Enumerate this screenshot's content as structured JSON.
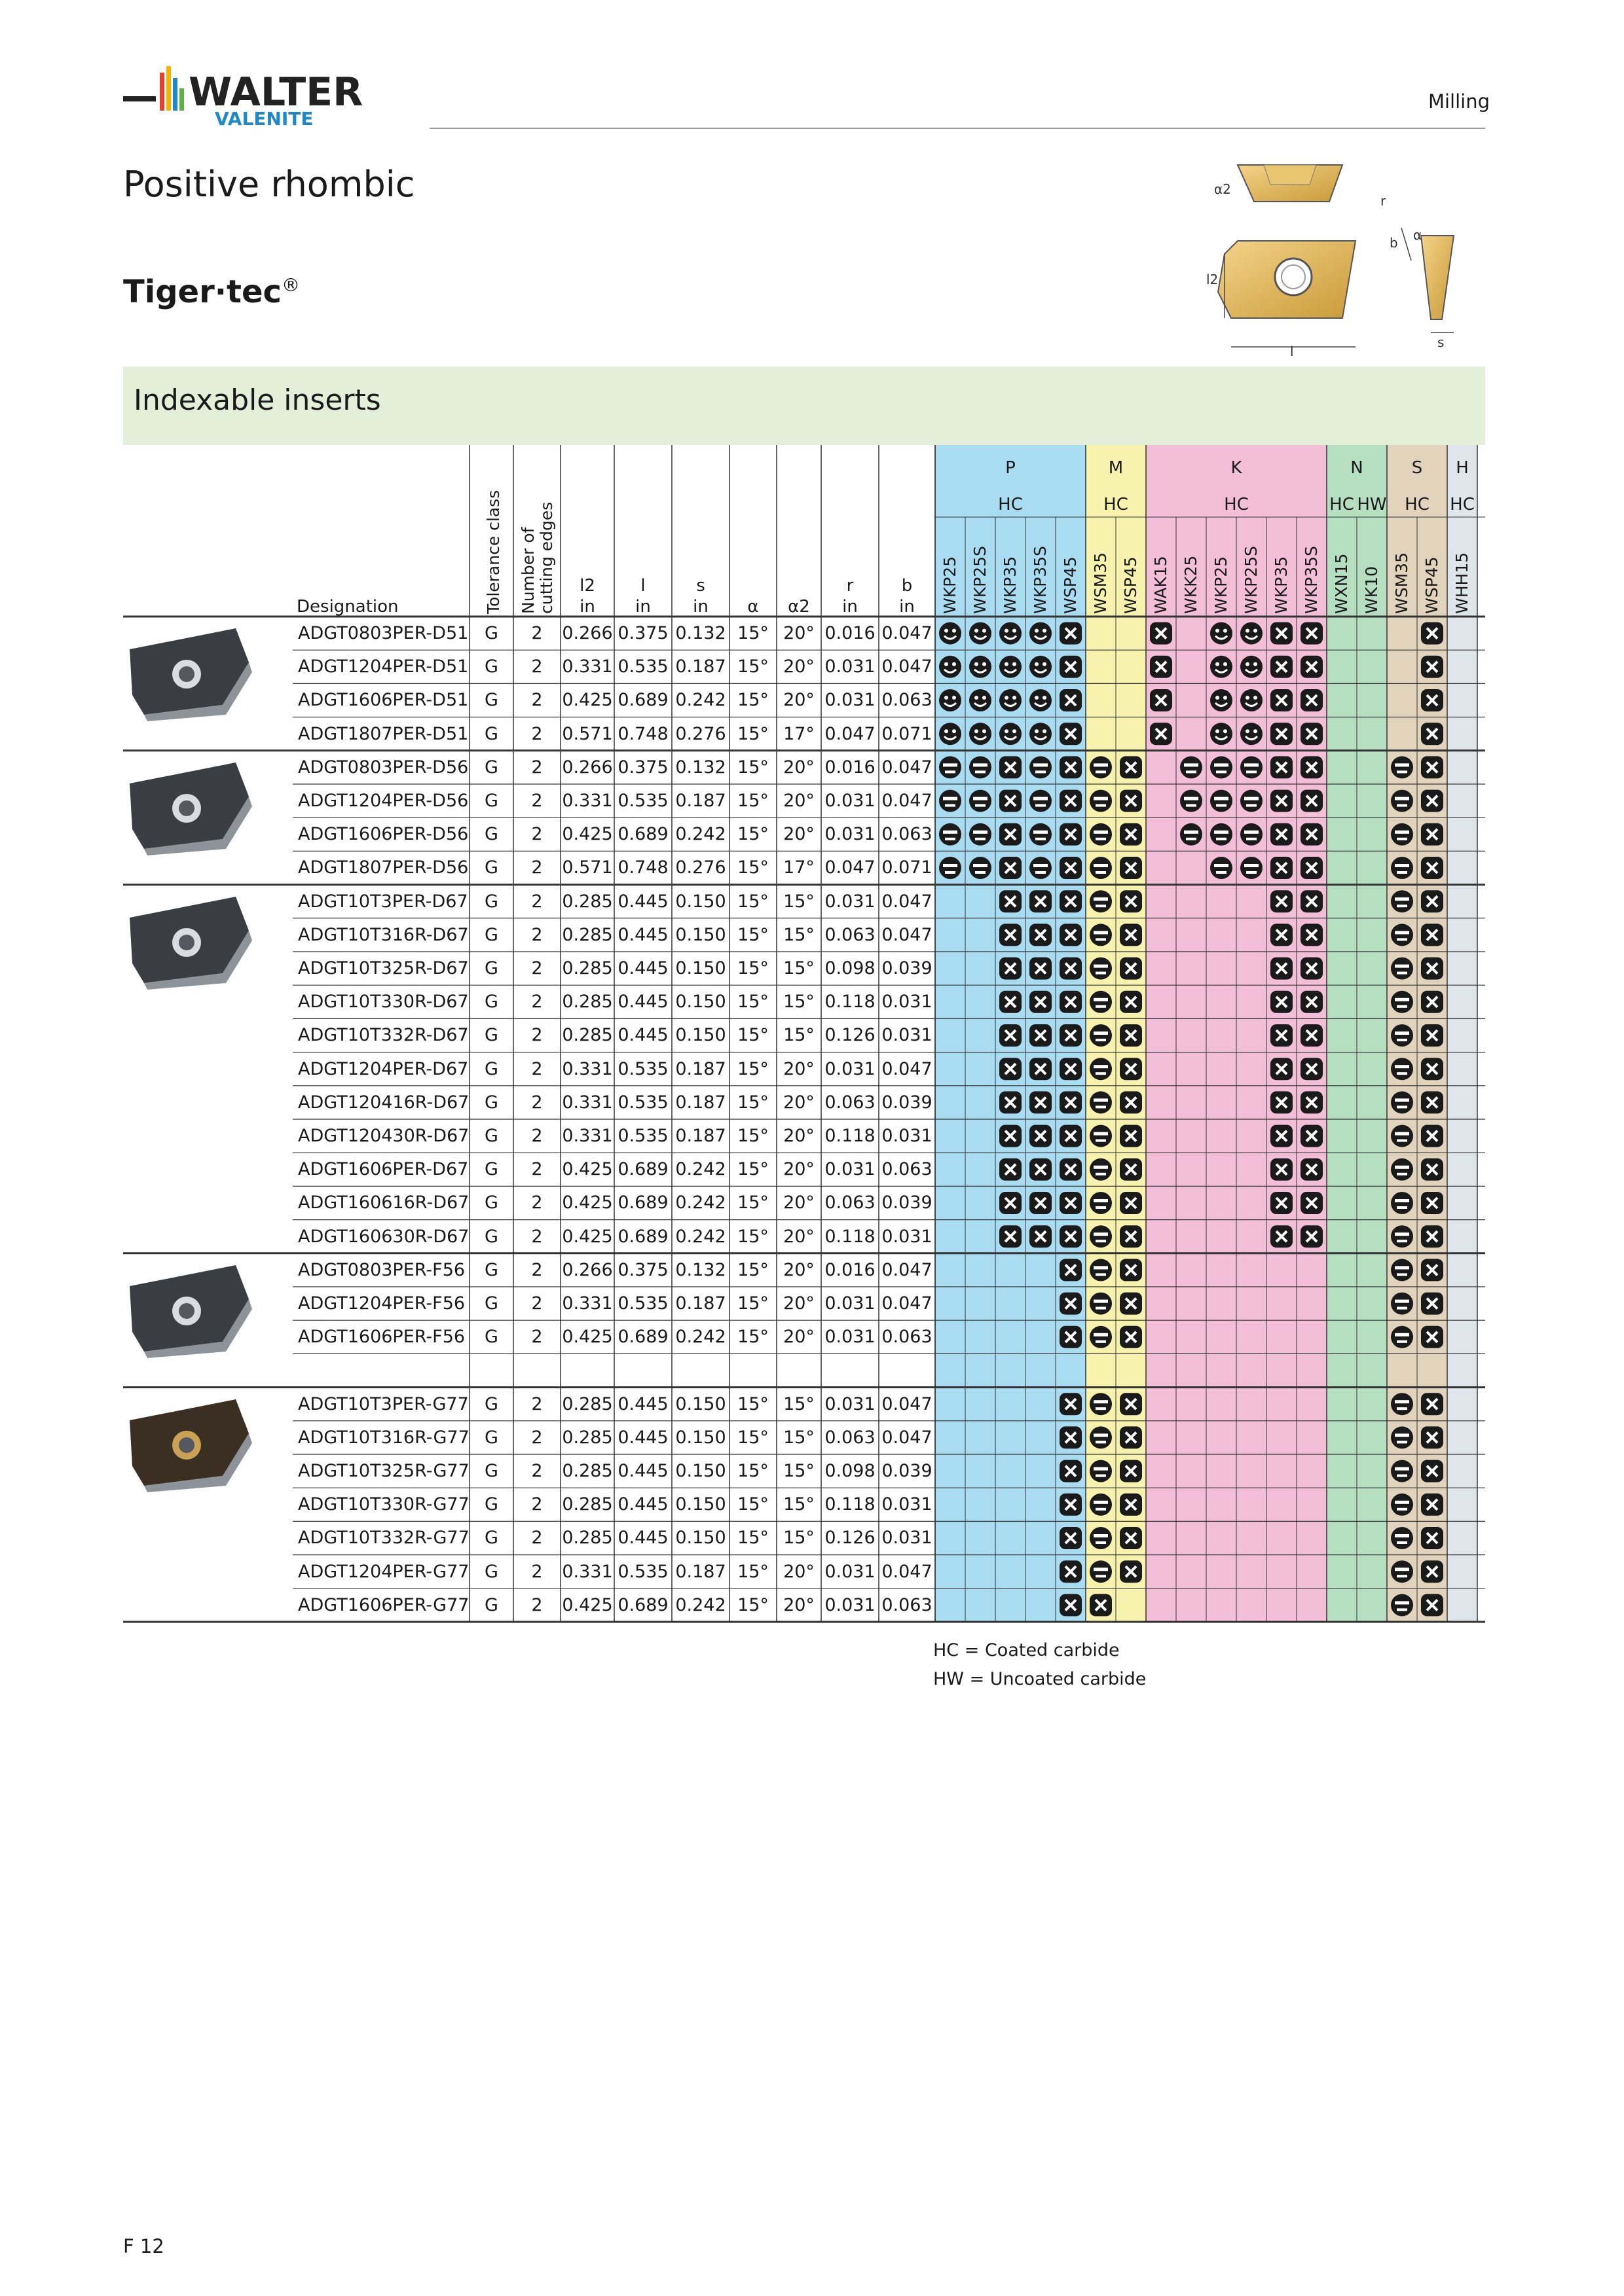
{
  "header": {
    "section": "Milling"
  },
  "brand": {
    "line1": "WALTER",
    "line2": "VALENITE"
  },
  "page_title": "Positive rhombic",
  "sub_title": "Tiger·tec",
  "sub_title_mark": "®",
  "banner": "Indexable inserts",
  "diagram_labels": {
    "alpha2": "α2",
    "r": "r",
    "alpha": "α",
    "b": "b",
    "l2": "l2",
    "l": "l",
    "s": "s"
  },
  "columns": {
    "designation": "Designation",
    "tolerance": "Tolerance class",
    "edges_line1": "Number of",
    "edges_line2": "cutting edges",
    "dims": [
      {
        "label": "l2",
        "unit": "in"
      },
      {
        "label": "l",
        "unit": "in"
      },
      {
        "label": "s",
        "unit": "in"
      },
      {
        "label": "α",
        "unit": ""
      },
      {
        "label": "α2",
        "unit": ""
      },
      {
        "label": "r",
        "unit": "in"
      },
      {
        "label": "b",
        "unit": "in"
      }
    ]
  },
  "groups": [
    {
      "name": "P",
      "sub": [
        "HC"
      ],
      "color": "#a9dcf1"
    },
    {
      "name": "M",
      "sub": [
        "HC"
      ],
      "color": "#f7f2ae"
    },
    {
      "name": "K",
      "sub": [
        "HC"
      ],
      "color": "#f3bed7"
    },
    {
      "name": "N",
      "sub": [
        "HC",
        "HW"
      ],
      "color": "#b6dfc1"
    },
    {
      "name": "S",
      "sub": [
        "HC"
      ],
      "color": "#e2d3bd"
    },
    {
      "name": "H",
      "sub": [
        "HC"
      ],
      "color": "#dfe6ea"
    }
  ],
  "grades": [
    "WKP25",
    "WKP25S",
    "WKP35",
    "WKP35S",
    "WSP45",
    "WSM35",
    "WSP45",
    "WAK15",
    "WKK25",
    "WKP25",
    "WKP25S",
    "WKP35",
    "WKP35S",
    "WXN15",
    "WK10",
    "WSM35",
    "WSP45",
    "WHH15"
  ],
  "grade_group": [
    0,
    0,
    0,
    0,
    0,
    1,
    1,
    2,
    2,
    2,
    2,
    2,
    2,
    3,
    3,
    4,
    4,
    5
  ],
  "legend": {
    "hc": "HC = Coated carbide",
    "hw": "HW = Uncoated carbide"
  },
  "page_number": "F 12",
  "rows": [
    {
      "d": "ADGT0803PER-D51",
      "t": "G",
      "n": "2",
      "l2": "0.266",
      "l": "0.375",
      "s": "0.132",
      "a": "15°",
      "a2": "20°",
      "r": "0.016",
      "b": "0.047",
      "g": "SSSSX..X.SSXX...X."
    },
    {
      "d": "ADGT1204PER-D51",
      "t": "G",
      "n": "2",
      "l2": "0.331",
      "l": "0.535",
      "s": "0.187",
      "a": "15°",
      "a2": "20°",
      "r": "0.031",
      "b": "0.047",
      "g": "SSSSX..X.SSXX...X."
    },
    {
      "d": "ADGT1606PER-D51",
      "t": "G",
      "n": "2",
      "l2": "0.425",
      "l": "0.689",
      "s": "0.242",
      "a": "15°",
      "a2": "20°",
      "r": "0.031",
      "b": "0.063",
      "g": "SSSSX..X.SSXX...X."
    },
    {
      "d": "ADGT1807PER-D51",
      "t": "G",
      "n": "2",
      "l2": "0.571",
      "l": "0.748",
      "s": "0.276",
      "a": "15°",
      "a2": "17°",
      "r": "0.047",
      "b": "0.071",
      "g": "SSSSX..X.SSXX...X."
    },
    {
      "d": "ADGT0803PER-D56",
      "t": "G",
      "n": "2",
      "l2": "0.266",
      "l": "0.375",
      "s": "0.132",
      "a": "15°",
      "a2": "20°",
      "r": "0.016",
      "b": "0.047",
      "g": "OOXOXOX.OOOXX..OX."
    },
    {
      "d": "ADGT1204PER-D56",
      "t": "G",
      "n": "2",
      "l2": "0.331",
      "l": "0.535",
      "s": "0.187",
      "a": "15°",
      "a2": "20°",
      "r": "0.031",
      "b": "0.047",
      "g": "OOXOXOX.OOOXX..OX."
    },
    {
      "d": "ADGT1606PER-D56",
      "t": "G",
      "n": "2",
      "l2": "0.425",
      "l": "0.689",
      "s": "0.242",
      "a": "15°",
      "a2": "20°",
      "r": "0.031",
      "b": "0.063",
      "g": "OOXOXOX.OOOXX..OX."
    },
    {
      "d": "ADGT1807PER-D56",
      "t": "G",
      "n": "2",
      "l2": "0.571",
      "l": "0.748",
      "s": "0.276",
      "a": "15°",
      "a2": "17°",
      "r": "0.047",
      "b": "0.071",
      "g": "OOXOXOX..OOXX..OX."
    },
    {
      "d": "ADGT10T3PER-D67",
      "t": "G",
      "n": "2",
      "l2": "0.285",
      "l": "0.445",
      "s": "0.150",
      "a": "15°",
      "a2": "15°",
      "r": "0.031",
      "b": "0.047",
      "g": "..XXXOX....XX..OX."
    },
    {
      "d": "ADGT10T316R-D67",
      "t": "G",
      "n": "2",
      "l2": "0.285",
      "l": "0.445",
      "s": "0.150",
      "a": "15°",
      "a2": "15°",
      "r": "0.063",
      "b": "0.047",
      "g": "..XXXOX....XX..OX."
    },
    {
      "d": "ADGT10T325R-D67",
      "t": "G",
      "n": "2",
      "l2": "0.285",
      "l": "0.445",
      "s": "0.150",
      "a": "15°",
      "a2": "15°",
      "r": "0.098",
      "b": "0.039",
      "g": "..XXXOX....XX..OX."
    },
    {
      "d": "ADGT10T330R-D67",
      "t": "G",
      "n": "2",
      "l2": "0.285",
      "l": "0.445",
      "s": "0.150",
      "a": "15°",
      "a2": "15°",
      "r": "0.118",
      "b": "0.031",
      "g": "..XXXOX....XX..OX."
    },
    {
      "d": "ADGT10T332R-D67",
      "t": "G",
      "n": "2",
      "l2": "0.285",
      "l": "0.445",
      "s": "0.150",
      "a": "15°",
      "a2": "15°",
      "r": "0.126",
      "b": "0.031",
      "g": "..XXXOX....XX..OX."
    },
    {
      "d": "ADGT1204PER-D67",
      "t": "G",
      "n": "2",
      "l2": "0.331",
      "l": "0.535",
      "s": "0.187",
      "a": "15°",
      "a2": "20°",
      "r": "0.031",
      "b": "0.047",
      "g": "..XXXOX....XX..OX."
    },
    {
      "d": "ADGT120416R-D67",
      "t": "G",
      "n": "2",
      "l2": "0.331",
      "l": "0.535",
      "s": "0.187",
      "a": "15°",
      "a2": "20°",
      "r": "0.063",
      "b": "0.039",
      "g": "..XXXOX....XX..OX."
    },
    {
      "d": "ADGT120430R-D67",
      "t": "G",
      "n": "2",
      "l2": "0.331",
      "l": "0.535",
      "s": "0.187",
      "a": "15°",
      "a2": "20°",
      "r": "0.118",
      "b": "0.031",
      "g": "..XXXOX....XX..OX."
    },
    {
      "d": "ADGT1606PER-D67",
      "t": "G",
      "n": "2",
      "l2": "0.425",
      "l": "0.689",
      "s": "0.242",
      "a": "15°",
      "a2": "20°",
      "r": "0.031",
      "b": "0.063",
      "g": "..XXXOX....XX..OX."
    },
    {
      "d": "ADGT160616R-D67",
      "t": "G",
      "n": "2",
      "l2": "0.425",
      "l": "0.689",
      "s": "0.242",
      "a": "15°",
      "a2": "20°",
      "r": "0.063",
      "b": "0.039",
      "g": "..XXXOX....XX..OX."
    },
    {
      "d": "ADGT160630R-D67",
      "t": "G",
      "n": "2",
      "l2": "0.425",
      "l": "0.689",
      "s": "0.242",
      "a": "15°",
      "a2": "20°",
      "r": "0.118",
      "b": "0.031",
      "g": "..XXXOX....XX..OX."
    },
    {
      "d": "ADGT0803PER-F56",
      "t": "G",
      "n": "2",
      "l2": "0.266",
      "l": "0.375",
      "s": "0.132",
      "a": "15°",
      "a2": "20°",
      "r": "0.016",
      "b": "0.047",
      "g": "....XOX........OX."
    },
    {
      "d": "ADGT1204PER-F56",
      "t": "G",
      "n": "2",
      "l2": "0.331",
      "l": "0.535",
      "s": "0.187",
      "a": "15°",
      "a2": "20°",
      "r": "0.031",
      "b": "0.047",
      "g": "....XOX........OX."
    },
    {
      "d": "ADGT1606PER-F56",
      "t": "G",
      "n": "2",
      "l2": "0.425",
      "l": "0.689",
      "s": "0.242",
      "a": "15°",
      "a2": "20°",
      "r": "0.031",
      "b": "0.063",
      "g": "....XOX........OX."
    },
    {
      "d": "",
      "t": "",
      "n": "",
      "l2": "",
      "l": "",
      "s": "",
      "a": "",
      "a2": "",
      "r": "",
      "b": "",
      "g": ".................."
    },
    {
      "d": "ADGT10T3PER-G77",
      "t": "G",
      "n": "2",
      "l2": "0.285",
      "l": "0.445",
      "s": "0.150",
      "a": "15°",
      "a2": "15°",
      "r": "0.031",
      "b": "0.047",
      "g": "....XOX........OX."
    },
    {
      "d": "ADGT10T316R-G77",
      "t": "G",
      "n": "2",
      "l2": "0.285",
      "l": "0.445",
      "s": "0.150",
      "a": "15°",
      "a2": "15°",
      "r": "0.063",
      "b": "0.047",
      "g": "....XOX........OX."
    },
    {
      "d": "ADGT10T325R-G77",
      "t": "G",
      "n": "2",
      "l2": "0.285",
      "l": "0.445",
      "s": "0.150",
      "a": "15°",
      "a2": "15°",
      "r": "0.098",
      "b": "0.039",
      "g": "....XOX........OX."
    },
    {
      "d": "ADGT10T330R-G77",
      "t": "G",
      "n": "2",
      "l2": "0.285",
      "l": "0.445",
      "s": "0.150",
      "a": "15°",
      "a2": "15°",
      "r": "0.118",
      "b": "0.031",
      "g": "....XOX........OX."
    },
    {
      "d": "ADGT10T332R-G77",
      "t": "G",
      "n": "2",
      "l2": "0.285",
      "l": "0.445",
      "s": "0.150",
      "a": "15°",
      "a2": "15°",
      "r": "0.126",
      "b": "0.031",
      "g": "....XOX........OX."
    },
    {
      "d": "ADGT1204PER-G77",
      "t": "G",
      "n": "2",
      "l2": "0.331",
      "l": "0.535",
      "s": "0.187",
      "a": "15°",
      "a2": "20°",
      "r": "0.031",
      "b": "0.047",
      "g": "....XOX........OX."
    },
    {
      "d": "ADGT1606PER-G77",
      "t": "G",
      "n": "2",
      "l2": "0.425",
      "l": "0.689",
      "s": "0.242",
      "a": "15°",
      "a2": "20°",
      "r": "0.031",
      "b": "0.063",
      "g": "....XX.........OX."
    }
  ],
  "row_groups": [
    [
      0,
      3
    ],
    [
      4,
      7
    ],
    [
      8,
      18
    ],
    [
      19,
      22
    ],
    [
      23,
      29
    ]
  ]
}
